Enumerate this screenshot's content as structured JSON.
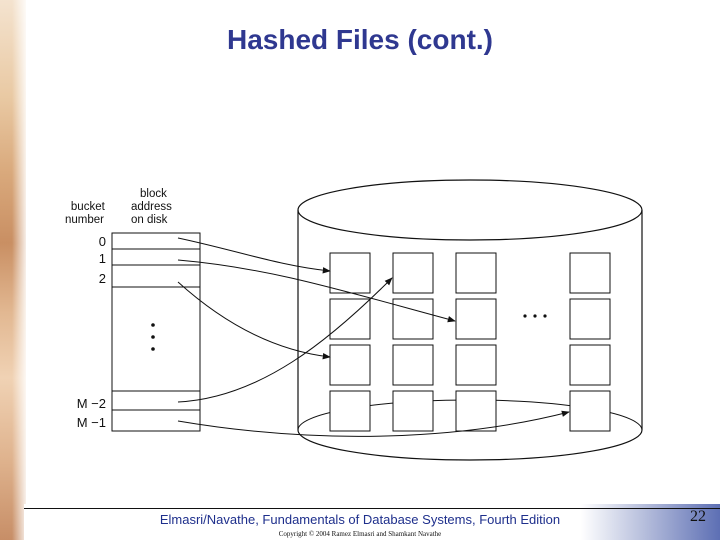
{
  "slide": {
    "title": "Hashed Files (cont.)",
    "footer": "Elmasri/Navathe, Fundamentals of Database Systems, Fourth Edition",
    "copyright": "Copyright © 2004 Ramez Elmasri and Shamkant Navathe",
    "page_number": "22"
  },
  "diagram": {
    "col_bucket_number": [
      "bucket",
      "number"
    ],
    "col_block_address": [
      "block",
      "address",
      "on disk"
    ],
    "bucket_labels": [
      "0",
      "1",
      "2",
      "M −2",
      "M −1"
    ],
    "vertical_ellipsis": "⋮",
    "horizontal_ellipsis": ". . ."
  }
}
